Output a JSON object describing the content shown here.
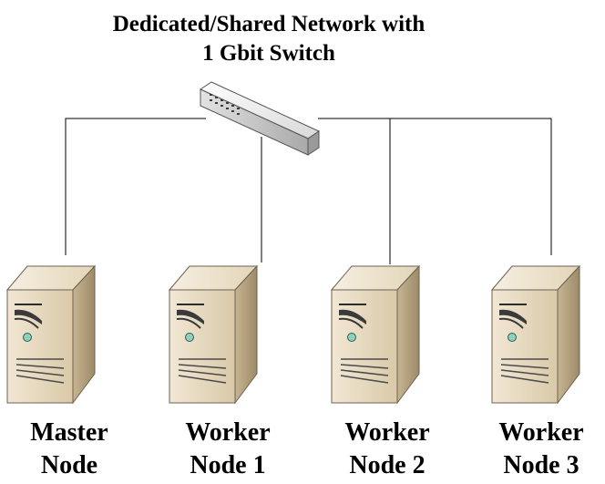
{
  "title": {
    "line1": "Dedicated/Shared Network with",
    "line2": "1 Gbit Switch"
  },
  "switch": {
    "icon": "network-switch-icon"
  },
  "nodes": [
    {
      "line1": "Master",
      "line2": "Node",
      "icon": "server-tower-icon"
    },
    {
      "line1": "Worker",
      "line2": "Node 1",
      "icon": "server-tower-icon"
    },
    {
      "line1": "Worker",
      "line2": "Node 2",
      "icon": "server-tower-icon"
    },
    {
      "line1": "Worker",
      "line2": "Node 3",
      "icon": "server-tower-icon"
    }
  ],
  "colors": {
    "server_body": "#e4d7bf",
    "server_side": "#b7a583",
    "switch_body": "#eeeeee",
    "line": "#000000"
  }
}
